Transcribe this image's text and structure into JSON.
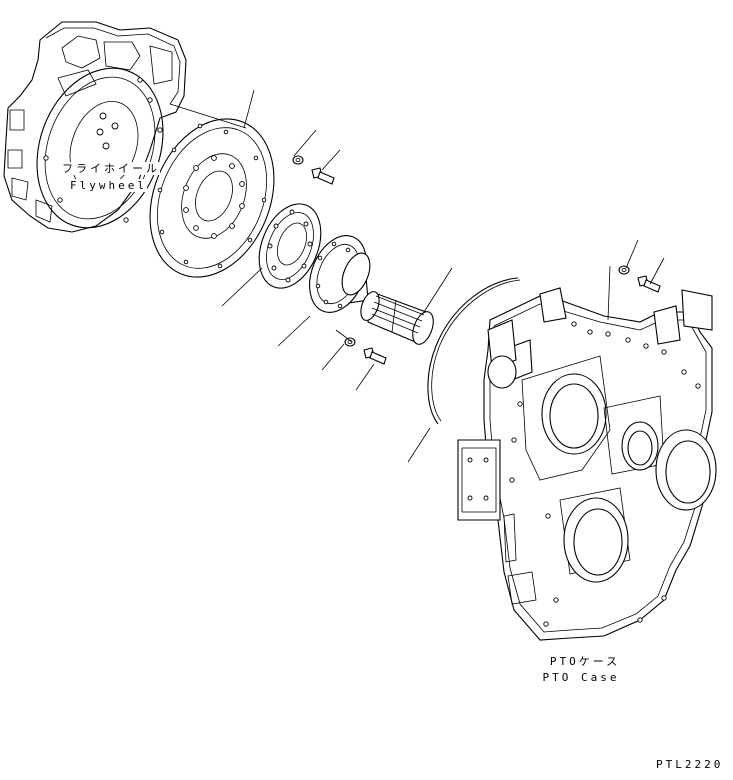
{
  "labels": {
    "flywheel_jp": "フライホイール",
    "flywheel_en": "Flywheel",
    "pto_case_jp": "PTOケース",
    "pto_case_en": "PTO Case",
    "drawing_code": "PTL2220"
  }
}
